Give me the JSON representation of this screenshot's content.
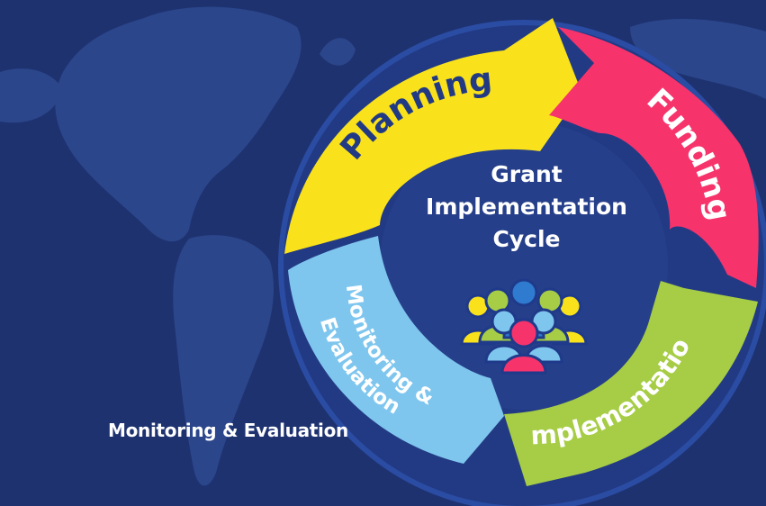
{
  "diagram": {
    "title_lines": [
      "Grant",
      "Implementation",
      "Cycle"
    ],
    "stages": [
      {
        "label": "Planning",
        "color": "#f9e21b"
      },
      {
        "label": "Funding",
        "color": "#f7336b"
      },
      {
        "label": "Implementation",
        "color": "#a6cd45"
      },
      {
        "label_lines": [
          "Monitoring &",
          "Evaluation"
        ],
        "color": "#7fc6ee"
      }
    ],
    "caption": "Monitoring & Evaluation"
  },
  "colors": {
    "background": "#1e3270",
    "map": "#2e4a8f",
    "ring": "#223a84",
    "inner": "#263f8a"
  },
  "icons": [
    "people-group-icon"
  ]
}
